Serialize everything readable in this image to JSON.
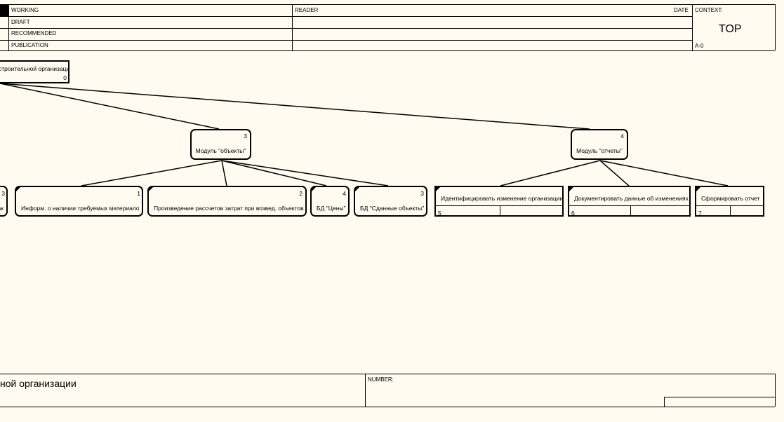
{
  "header": {
    "status": [
      "WORKING",
      "DRAFT",
      "RECOMMENDED",
      "PUBLICATION"
    ],
    "reader_label": "READER",
    "date_label": "DATE",
    "context_label": "CONTEXT:",
    "context_value": "TOP",
    "node_ref": "A-0"
  },
  "diagram": {
    "root": {
      "label": "строительной организации",
      "number": "0"
    },
    "nodes": [
      {
        "id": "objects",
        "label": "Модуль \"объекты\"",
        "number": "3"
      },
      {
        "id": "reports",
        "label": "Модуль \"отчеты\"",
        "number": "4"
      }
    ],
    "leaves": [
      {
        "id": "l-cut",
        "label": "лак",
        "number": "3"
      },
      {
        "id": "l-inform",
        "label": "Информ. о наличии требуемых материалов",
        "number": "1"
      },
      {
        "id": "l-calc",
        "label": "Произведение рассчетов затрат при возвед. объектов",
        "number": "2"
      },
      {
        "id": "l-prices",
        "label": "БД \"Цены\"",
        "number": "4"
      },
      {
        "id": "l-delivered",
        "label": "БД \"Сданные объекты\"",
        "number": "3"
      }
    ],
    "functions": [
      {
        "id": "f-identify",
        "label": "Идентифицировать изменение организации",
        "number": "5"
      },
      {
        "id": "f-document",
        "label": "Документировать данные об изменениях",
        "number": "6"
      },
      {
        "id": "f-report",
        "label": "Сформировать отчет",
        "number": "7"
      }
    ]
  },
  "footer": {
    "title": "ной организации",
    "number_label": "NUMBER:"
  }
}
